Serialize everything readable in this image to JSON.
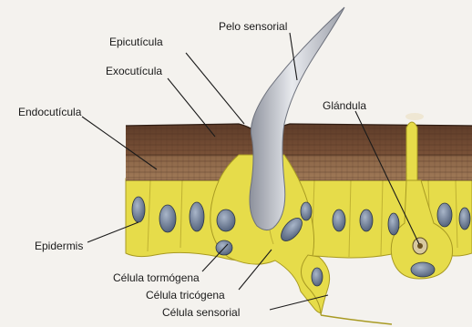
{
  "labels": {
    "pelo_sensorial": "Pelo sensorial",
    "epicuticula": "Epicutícula",
    "exocuticula": "Exocutícula",
    "endocuticula": "Endocutícula",
    "glandula": "Glándula",
    "epidermis": "Epidermis",
    "celula_tormogena": "Célula tormógena",
    "celula_tricogena": "Célula tricógena",
    "celula_sensorial": "Célula sensorial"
  },
  "colors": {
    "background": "#f4f2ee",
    "exocuticle": "#6e4a33",
    "endocuticle": "#8a6446",
    "epidermis": "#e6dc4a",
    "nucleus": "#6f7f98",
    "hair": "#b8bcc6",
    "leader_line": "#1a1a1a"
  }
}
